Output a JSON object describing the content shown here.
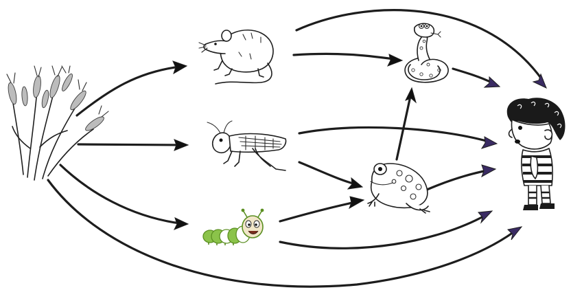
{
  "organisms": [
    {
      "id": "wheat",
      "icon": "wheat-icon"
    },
    {
      "id": "rat",
      "icon": "rat-icon"
    },
    {
      "id": "grasshopper",
      "icon": "grasshopper-icon"
    },
    {
      "id": "caterpillar",
      "icon": "caterpillar-icon"
    },
    {
      "id": "snake",
      "icon": "snake-icon"
    },
    {
      "id": "frog",
      "icon": "frog-icon"
    },
    {
      "id": "human",
      "icon": "boy-icon"
    }
  ],
  "edges": [
    {
      "from": "wheat",
      "to": "rat"
    },
    {
      "from": "wheat",
      "to": "grasshopper"
    },
    {
      "from": "wheat",
      "to": "caterpillar"
    },
    {
      "from": "wheat",
      "to": "human"
    },
    {
      "from": "rat",
      "to": "snake"
    },
    {
      "from": "rat",
      "to": "human"
    },
    {
      "from": "grasshopper",
      "to": "frog"
    },
    {
      "from": "grasshopper",
      "to": "human"
    },
    {
      "from": "caterpillar",
      "to": "frog"
    },
    {
      "from": "caterpillar",
      "to": "human"
    },
    {
      "from": "frog",
      "to": "snake"
    },
    {
      "from": "frog",
      "to": "human"
    },
    {
      "from": "snake",
      "to": "human"
    }
  ],
  "colors": {
    "line": "#1d1d1d",
    "arrowhead_to_human": "#3a2b63",
    "caterpillar_green": "#8bc34a",
    "caterpillar_dark_green": "#5b8f22",
    "caterpillar_face": "#f1e6c8",
    "shirt_stripe": "#1e1e1e",
    "background": "#ffffff"
  }
}
